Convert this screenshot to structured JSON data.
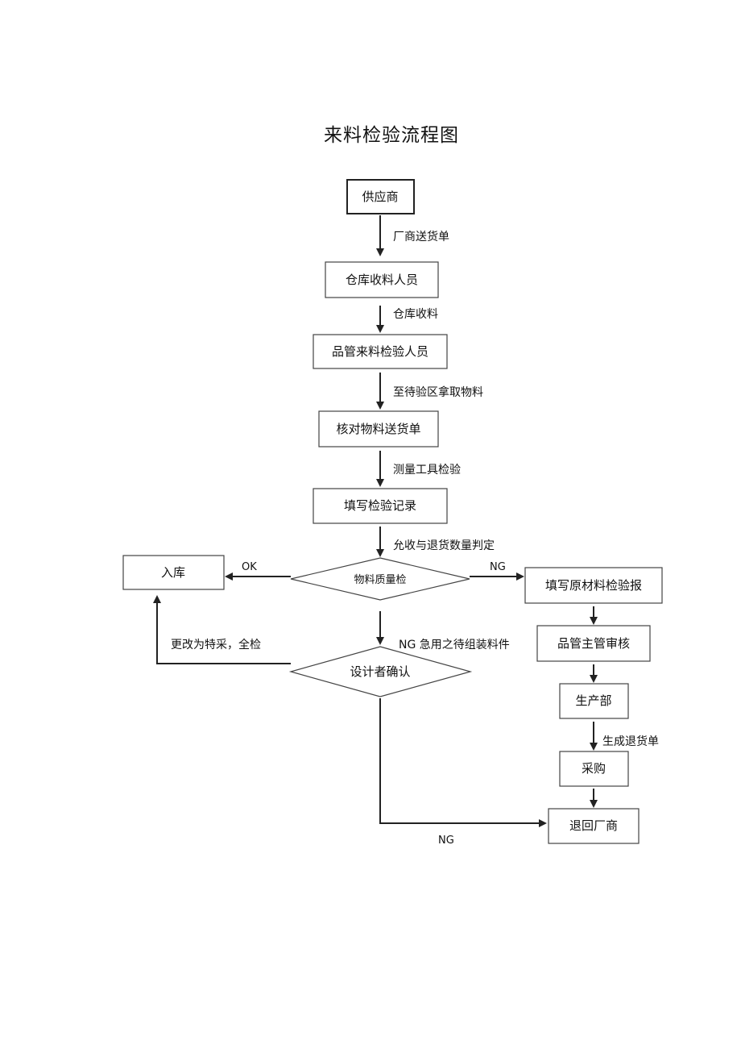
{
  "title": "来料检验流程图",
  "nodes": {
    "supplier": "供应商",
    "warehouse_receiver": "仓库收料人员",
    "qc_inspector": "品管来料检验人员",
    "check_delivery": "核对物料送货单",
    "fill_record": "填写检验记录",
    "quality_check": "物料质量检",
    "stock_in": "入库",
    "designer_confirm": "设计者确认",
    "fill_report": "填写原材料检验报",
    "qc_supervisor_review": "品管主管审核",
    "production": "生产部",
    "purchasing": "采购",
    "return_vendor": "退回厂商"
  },
  "edges": {
    "vendor_delivery_note": "厂商送货单",
    "warehouse_receive": "仓库收料",
    "fetch_material": "至待验区拿取物料",
    "measure_tools": "测量工具检验",
    "accept_return_qty": "允收与退货数量判定",
    "ok": "OK",
    "ng_right": "NG",
    "ng_urgent": "NG  急用之待组装料件",
    "special_full_check": "更改为特采，全检",
    "generate_return": "生成退货单",
    "ng_bottom": "NG"
  }
}
